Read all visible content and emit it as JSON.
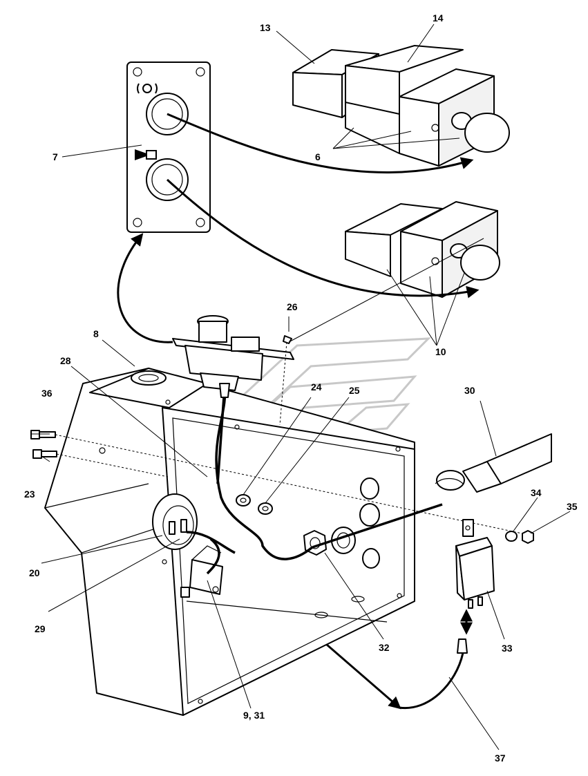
{
  "callouts": {
    "c6": "6",
    "c7": "7",
    "c8": "8",
    "c9_31": "9, 31",
    "c10": "10",
    "c13": "13",
    "c14": "14",
    "c20": "20",
    "c23": "23",
    "c24": "24",
    "c25": "25",
    "c26": "26",
    "c28": "28",
    "c29": "29",
    "c30": "30",
    "c32": "32",
    "c33": "33",
    "c34": "34",
    "c35": "35",
    "c36": "36",
    "c37": "37"
  },
  "icons": [
    "light-symbol-icon",
    "horn-symbol-icon"
  ]
}
